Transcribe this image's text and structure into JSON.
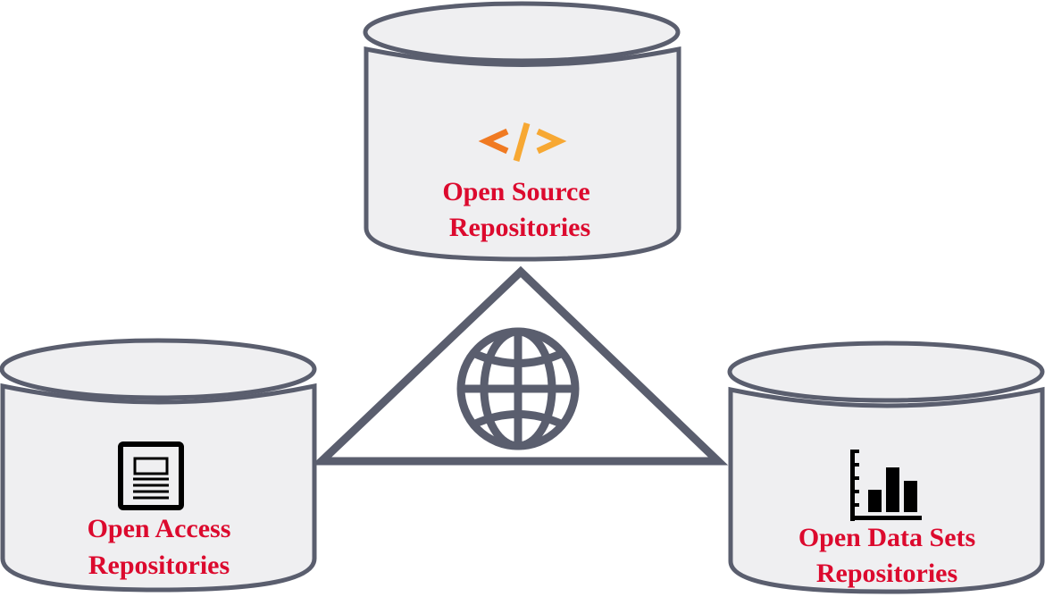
{
  "diagram": {
    "title": "Open repositories linked by the Web",
    "colors": {
      "stroke": "#5a5e6e",
      "cylinder_fill": "#efeff1",
      "label": "#dc0a2e",
      "code_orange_dark": "#f07a22",
      "code_orange_light": "#f7a833",
      "icon_black": "#000000",
      "background": "#ffffff"
    },
    "center": {
      "shape": "triangle",
      "icon": "globe-icon"
    },
    "repositories": [
      {
        "id": "open-source",
        "icon": "code-icon",
        "icon_text": "</>",
        "label_lines": [
          "Open Source",
          "Repositories"
        ]
      },
      {
        "id": "open-access",
        "icon": "document-icon",
        "label_lines": [
          "Open Access",
          "Repositories"
        ]
      },
      {
        "id": "open-data",
        "icon": "bar-chart-icon",
        "label_lines": [
          "Open Data Sets",
          "Repositories"
        ]
      }
    ]
  }
}
